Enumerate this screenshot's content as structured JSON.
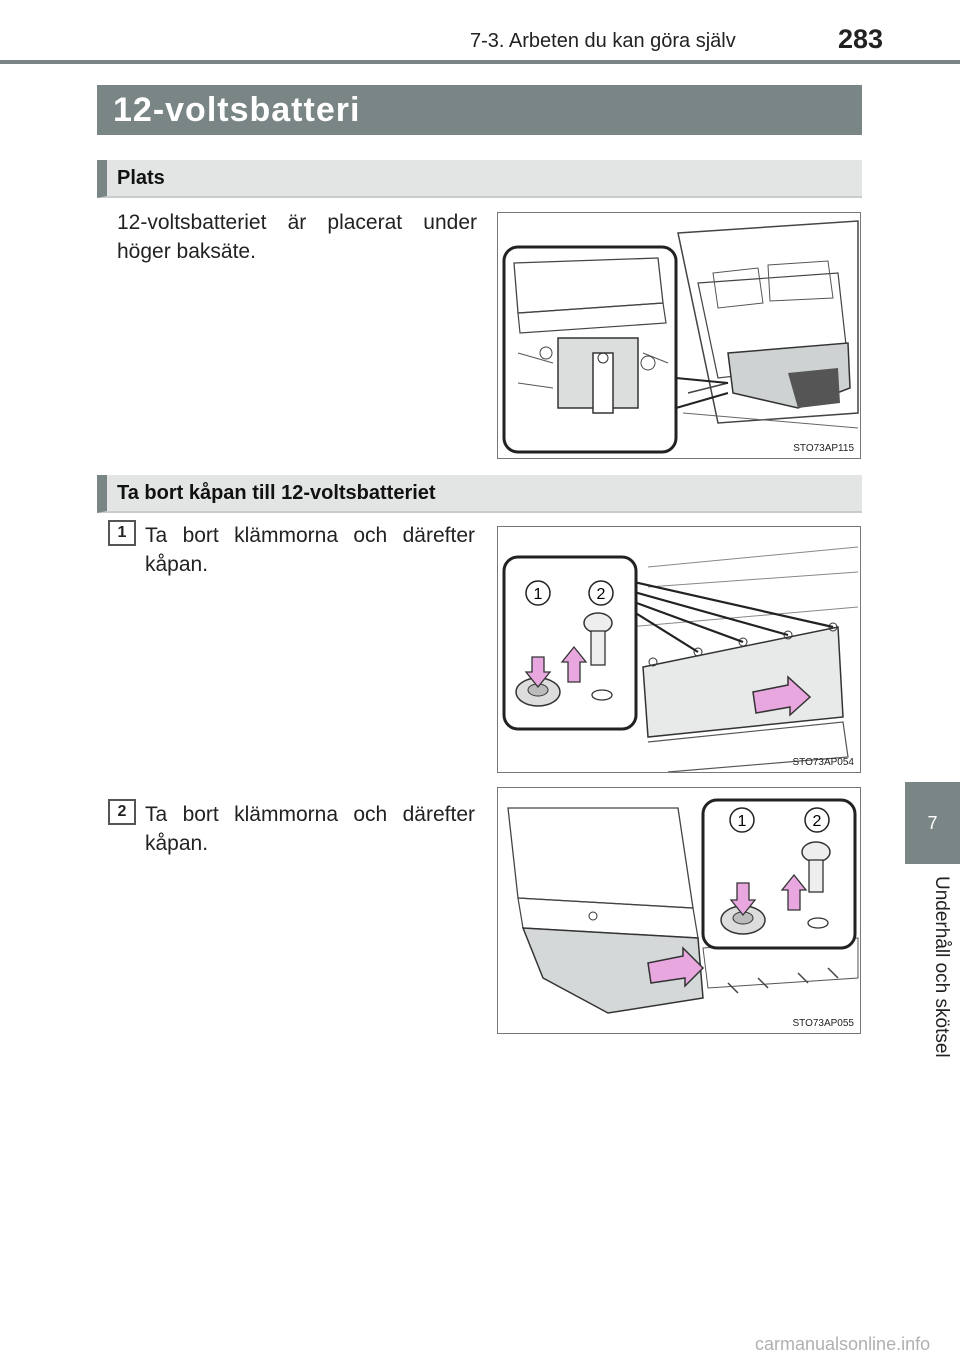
{
  "header": {
    "section": "7-3. Arbeten du kan göra själv",
    "page_number": "283"
  },
  "title": "12-voltsbatteri",
  "sections": [
    {
      "heading": "Plats",
      "text": "12-voltsbatteriet är placerat under höger baksäte.",
      "figure_code": "STO73AP115"
    },
    {
      "heading": "Ta bort kåpan till 12-voltsbatteriet"
    }
  ],
  "steps": [
    {
      "number": "1",
      "text": "Ta bort klämmorna och därefter kåpan.",
      "figure_code": "STO73AP054",
      "callouts": [
        "1",
        "2"
      ]
    },
    {
      "number": "2",
      "text": "Ta bort klämmorna och därefter kåpan.",
      "figure_code": "STO73AP055",
      "callouts": [
        "1",
        "2"
      ]
    }
  ],
  "side_tab": {
    "chapter": "7",
    "label": "Underhåll och skötsel"
  },
  "footer": {
    "watermark": "carmanualsonline.info"
  },
  "colors": {
    "accent": "#7a8585",
    "arrow": "#e9a7e0"
  }
}
